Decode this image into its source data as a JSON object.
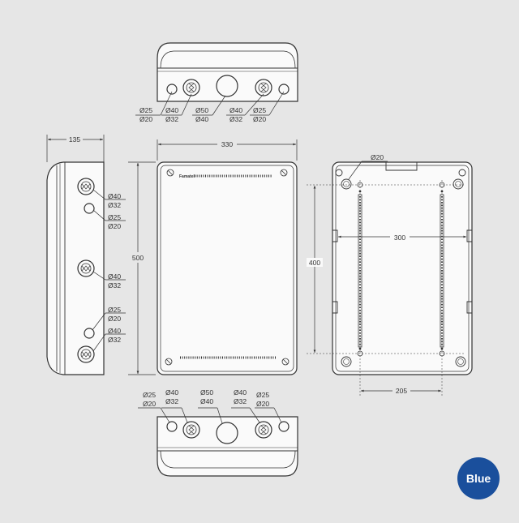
{
  "top_view": {
    "labels": [
      {
        "top": "Ø25",
        "bottom": "Ø20"
      },
      {
        "top": "Ø40",
        "bottom": "Ø32"
      },
      {
        "top": "Ø50",
        "bottom": "Ø40"
      },
      {
        "top": "Ø40",
        "bottom": "Ø32"
      },
      {
        "top": "Ø25",
        "bottom": "Ø20"
      }
    ]
  },
  "bottom_view": {
    "labels": [
      {
        "top": "Ø25",
        "bottom": "Ø20"
      },
      {
        "top": "Ø40",
        "bottom": "Ø32"
      },
      {
        "top": "Ø50",
        "bottom": "Ø40"
      },
      {
        "top": "Ø40",
        "bottom": "Ø32"
      },
      {
        "top": "Ø25",
        "bottom": "Ø20"
      }
    ]
  },
  "side_view": {
    "width_dim": "135",
    "labels": [
      {
        "top": "Ø40",
        "bottom": "Ø32"
      },
      {
        "top": "Ø25",
        "bottom": "Ø20"
      },
      {
        "top": "Ø40",
        "bottom": "Ø32"
      },
      {
        "top": "Ø25",
        "bottom": "Ø20"
      },
      {
        "top": "Ø40",
        "bottom": "Ø32"
      }
    ]
  },
  "front_view": {
    "width_dim": "330",
    "height_dim": "500",
    "brand": "Famatel"
  },
  "back_view": {
    "hole_label": "Ø20",
    "height_dim": "400",
    "rail_spacing_dim": "300",
    "bottom_dim": "205"
  },
  "badge": {
    "text": "Blue",
    "color": "#1a4f9c"
  }
}
